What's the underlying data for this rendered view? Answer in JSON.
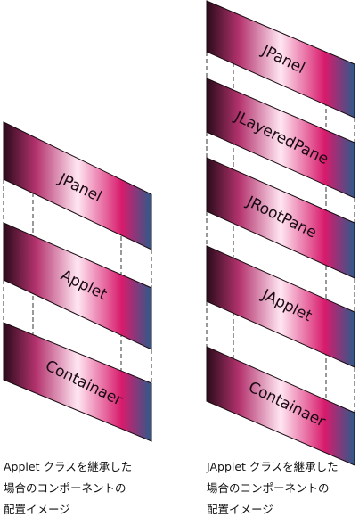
{
  "left_stack": {
    "layers": [
      "JPanel",
      "Applet",
      "Containaer"
    ],
    "caption": "Applet クラスを継承した\n場合のコンポーネントの\n配置イメージ"
  },
  "right_stack": {
    "layers": [
      "JPanel",
      "JLayeredPane",
      "JRootPane",
      "JApplet",
      "Containaer"
    ],
    "caption": "JApplet クラスを継承した\n場合のコンポーネントの\n配置イメージ"
  },
  "colors": {
    "gradient_dark": "#2a0a1a",
    "gradient_mid": "#b4336e",
    "gradient_light": "#ffe6f2",
    "gradient_magenta": "#d81b6c",
    "gradient_blue": "#2d5a8a",
    "outline": "#1a0a12",
    "connector": "#333333"
  }
}
